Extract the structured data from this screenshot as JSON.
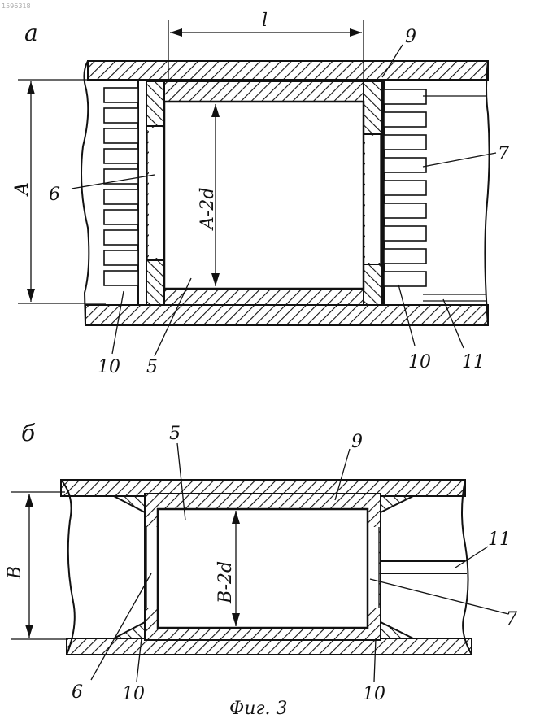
{
  "header_code": "1596318",
  "views": {
    "a": {
      "view_letter": "а",
      "dim_length": "l",
      "dim_height": "A",
      "dim_inner": "A-2d",
      "callouts": [
        "9",
        "6",
        "7",
        "10",
        "5",
        "10",
        "11"
      ]
    },
    "b": {
      "view_letter": "б",
      "dim_height": "B",
      "dim_inner": "B-2d",
      "callouts": [
        "5",
        "9",
        "11",
        "6",
        "10",
        "10",
        "7"
      ]
    }
  },
  "caption": "Фиг. 3"
}
